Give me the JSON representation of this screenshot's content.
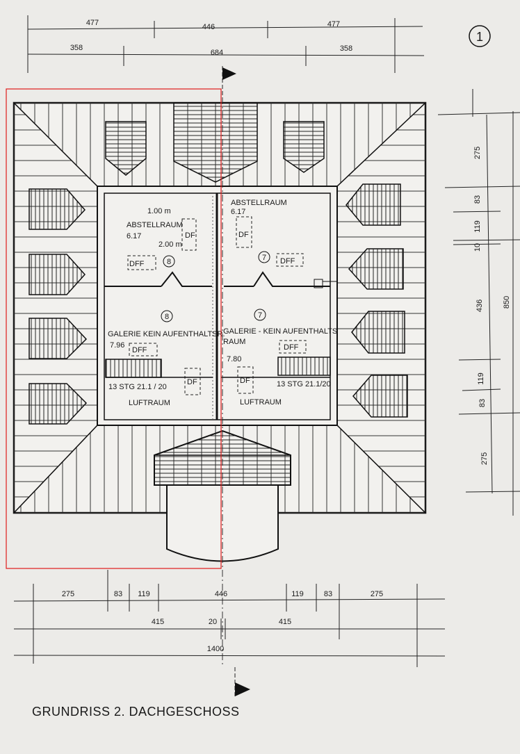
{
  "page_number": "1",
  "title": "GRUNDRISS 2. DACHGESCHOSS",
  "top_dimensions": {
    "row1": [
      "477",
      "446",
      "477"
    ],
    "row2": [
      "358",
      "684",
      "358"
    ]
  },
  "right_dimensions": {
    "inner": [
      "275",
      "83",
      "119",
      "10",
      "436",
      "119",
      "83",
      "275"
    ],
    "overall": "850"
  },
  "bottom_dimensions": {
    "row1": [
      "275",
      "83",
      "119",
      "446",
      "119",
      "83",
      "275"
    ],
    "row2": [
      "415",
      "20",
      "415"
    ],
    "row3": "1400"
  },
  "rooms": {
    "left_store": {
      "dim_top": "1.00 m",
      "name": "ABSTELLRAUM",
      "area": "6.17",
      "dim_width": "2.00 m",
      "number": "8"
    },
    "right_store": {
      "name": "ABSTELLRAUM",
      "area": "6.17",
      "number": "7"
    },
    "left_gallery": {
      "number": "8",
      "name": "GALERIE KEIN AUFENTHALTSR.",
      "area": "7.96",
      "stairs": "13 STG 21.1 / 20",
      "void": "LUFTRAUM"
    },
    "right_gallery": {
      "number": "7",
      "name_line1": "GALERIE - KEIN AUFENTHALTS",
      "name_line2": "RAUM",
      "area": "7.80",
      "stairs": "13 STG 21.1/20",
      "void": "LUFTRAUM"
    }
  },
  "window_labels": {
    "df": "DF",
    "dff": "DFF"
  },
  "annotation_color": "#e01b1b"
}
